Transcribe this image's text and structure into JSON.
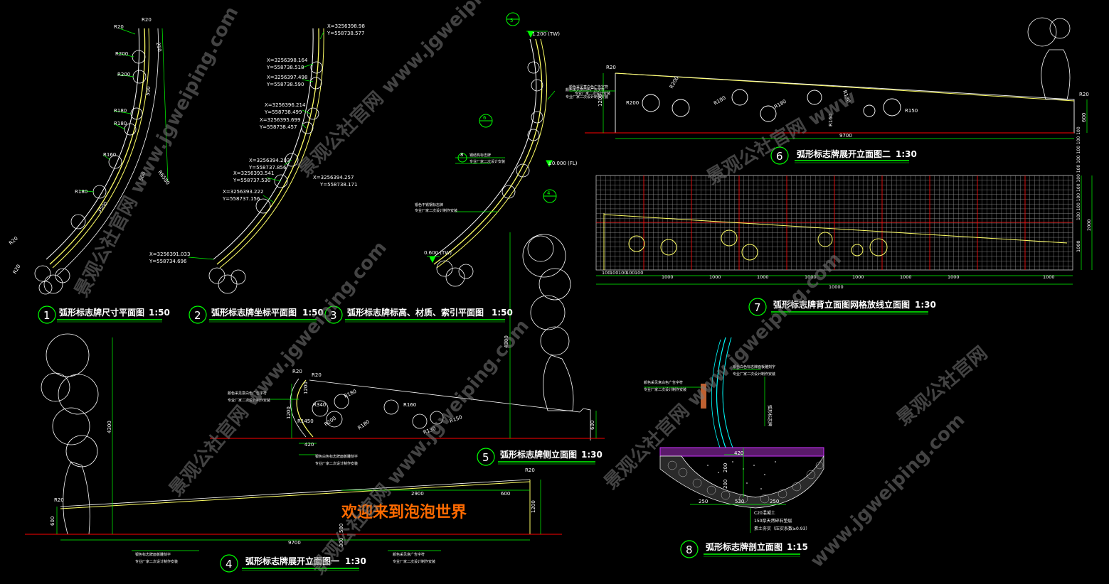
{
  "watermarks": [
    "景观公社官网 www.jgweiping.com",
    "景观公社官网 www.jgweiping.com",
    "景观公社官网 www.jgweiping.com",
    "景观公社官网 www.jgweiping.com",
    "景观公社官网 www.jgweiping.com",
    "景观公社官网 www",
    "www.jgweiping.com",
    "景观公社官网"
  ],
  "titles": [
    {
      "num": "1",
      "text": "弧形标志牌尺寸平面图",
      "scale": "1:50"
    },
    {
      "num": "2",
      "text": "弧形标志牌坐标平面图",
      "scale": "1:50"
    },
    {
      "num": "3",
      "text": "弧形标志牌标高、材质、索引平面图",
      "scale": "1:50"
    },
    {
      "num": "4",
      "text": "弧形标志牌展开立面图一",
      "scale": "1:30"
    },
    {
      "num": "5",
      "text": "弧形标志牌侧立面图",
      "scale": "1:30"
    },
    {
      "num": "6",
      "text": "弧形标志牌展开立面图二",
      "scale": "1:30"
    },
    {
      "num": "7",
      "text": "弧形标志牌背立面图网格放线立面图",
      "scale": "1:30"
    },
    {
      "num": "8",
      "text": "弧形标志牌剖立面图",
      "scale": "1:15"
    }
  ],
  "plan1": {
    "labels": [
      "R20",
      "R20",
      "R200",
      "R200",
      "R180",
      "R180",
      "R160",
      "R180",
      "R6580",
      "R20",
      "R20",
      "250",
      "500",
      "500",
      "3500"
    ]
  },
  "plan2": {
    "coords": [
      "X=3256398.98",
      "Y=558738.577",
      "X=3256398.164",
      "Y=558738.518",
      "X=3256397.498",
      "Y=558738.590",
      "X=3256396.214",
      "Y=558738.499",
      "X=3256395.699",
      "Y=558738.457",
      "X=3256394.203",
      "Y=558737.856",
      "X=3256393.541",
      "Y=558737.530",
      "X=3256394.257",
      "Y=558738.171",
      "X=3256393.222",
      "Y=558737.156",
      "X=3256391.033",
      "Y=558734.696"
    ]
  },
  "plan3": {
    "elev_top": "1.200 (TW)",
    "elev_bottom": "0.600 (TW)",
    "elev_fl": "±0.000 (FL)",
    "index_top": "5",
    "index_mid": "6",
    "index_low": "4",
    "index_legend_num": "8",
    "note1": "钢结构标志牌",
    "note1b": "专业厂家二次设计安装",
    "note2": "银色不锈钢标志牌",
    "note2b": "专业厂家二次设计制作安装",
    "note3": "颜色采见意白色广告字符",
    "note3b": "专业厂家二次设计制作安装"
  },
  "elev4": {
    "dims": [
      "2900",
      "600",
      "9700",
      "1200",
      "600",
      "500",
      "300",
      "4300",
      "R20",
      "R20"
    ],
    "welcome": "欢迎来到泡泡世界",
    "note_left": "银色标志牌面板雕刻字",
    "note_left2": "专业厂家二次设计制作安装",
    "note_right": "颜色采见意广告字符",
    "note_right2": "专业厂家二次设计制作安装"
  },
  "elev5": {
    "dims": [
      "R20",
      "R20",
      "R180",
      "R160",
      "R150",
      "R130",
      "R200",
      "R180",
      "R340",
      "R1450",
      "1200",
      "1200",
      "420",
      "600",
      "4300"
    ],
    "note1": "颜色采见意白色广告字符",
    "note1b": "专业厂家二次设计制作安装",
    "note2": "银色白色标志牌面板雕刻字",
    "note2b": "专业厂家二次设计制作安装"
  },
  "elev6": {
    "dims": [
      "R20",
      "R200",
      "R200",
      "R180",
      "R180",
      "R130",
      "R160",
      "R150",
      "R20",
      "1200",
      "600",
      "9700"
    ],
    "note": "颜色采见意白色广告字符",
    "note2": "专业厂家二次设计安装"
  },
  "elev7": {
    "grid_small": [
      "100",
      "100",
      "100",
      "100",
      "100"
    ],
    "grid_cols": [
      "1000",
      "1000",
      "1000",
      "1000",
      "1000",
      "1000",
      "1000",
      "1000"
    ],
    "total": "10000",
    "vert": [
      "2000",
      "1000",
      "100 100 100 100 100 100 100 100 100 100"
    ]
  },
  "sect8": {
    "dims": [
      "420",
      "200",
      "200",
      "250",
      "520",
      "250",
      "弧形标志牌"
    ],
    "layers": [
      "C20混凝土",
      "150厚天然碎石垫层",
      "素土夯实（压实系数≥0.93）"
    ],
    "note1": "颜色采见意白色广告字符",
    "note1b": "专业厂家二次设计制作安装",
    "note2": "银色白色标志牌面板雕刻字",
    "note2b": "专业厂家二次设计制作安装"
  },
  "colors": {
    "bg": "#000000",
    "line": "#ffffff",
    "yellow": "#ffff66",
    "green": "#00ff00",
    "red": "#ff0000",
    "cyan": "#00ffff",
    "magenta": "#cc33ff",
    "grid": "#c8c8c8"
  }
}
